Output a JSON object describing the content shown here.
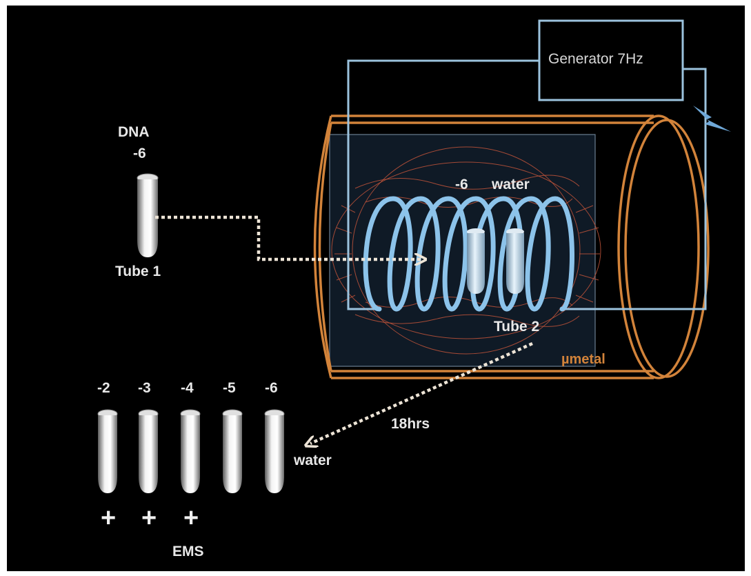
{
  "generator": {
    "label": "Generator 7Hz"
  },
  "shield": {
    "label": "µmetal"
  },
  "tube1": {
    "top_label": "DNA",
    "dilution": "-6",
    "name": "Tube 1"
  },
  "coil": {
    "dilution_label": "-6",
    "water_label": "water",
    "tube2_label": "Tube 2"
  },
  "transfer": {
    "time_label": "18hrs"
  },
  "dilution_series": {
    "dilutions": [
      "-2",
      "-3",
      "-4",
      "-5",
      "-6"
    ],
    "water_label": "water",
    "plus_signs": [
      "+",
      "+",
      "+"
    ],
    "ems_label": "EMS"
  },
  "colors": {
    "background": "#000000",
    "copper": "#d2833a",
    "coil_blue": "#8cc3ea",
    "wire": "#9cc3de",
    "field_lines": "#c0543a",
    "arrow": "#ede4d6"
  }
}
